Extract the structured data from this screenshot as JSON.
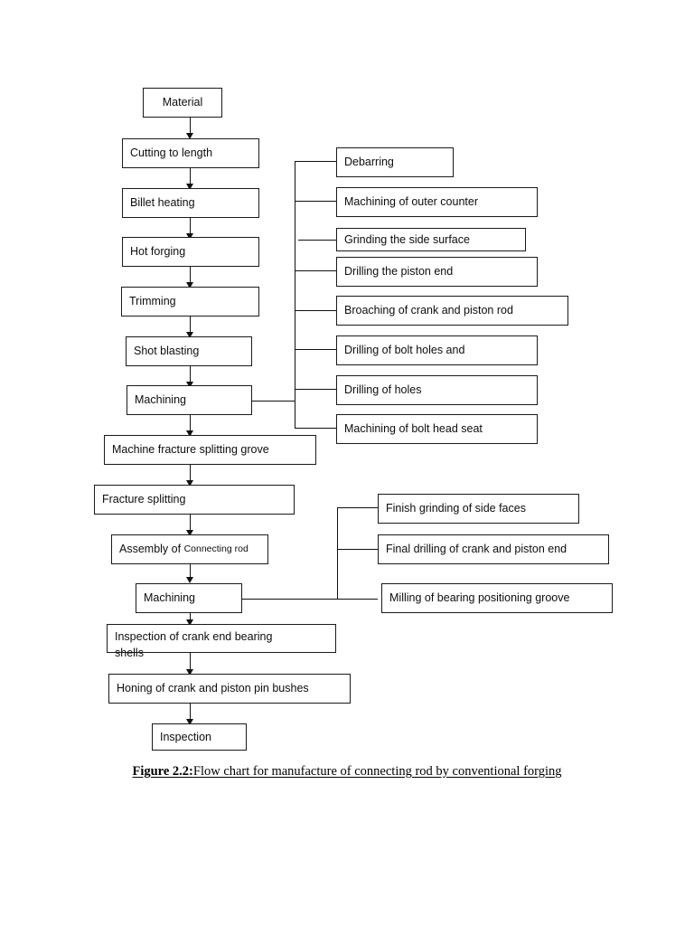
{
  "document": {
    "caption_label": "Figure 2.2:",
    "caption_text": "Flow chart for manufacture of connecting rod by conventional forging",
    "background_color": "#ffffff",
    "line_color": "#111111",
    "box_border_color": "#1a1a1a",
    "text_color": "#0d0d0d"
  },
  "flowchart": {
    "type": "process-flow-diagram",
    "title": "Flow chart for manufacture of connecting rod by conventional forging",
    "main_sequence": [
      {
        "id": "material",
        "label": "Material"
      },
      {
        "id": "cutting",
        "label": "Cutting to length"
      },
      {
        "id": "billet-heating",
        "label": "Billet heating"
      },
      {
        "id": "hot-forging",
        "label": "Hot forging"
      },
      {
        "id": "trimming",
        "label": "Trimming"
      },
      {
        "id": "shot-blasting",
        "label": "Shot blasting"
      },
      {
        "id": "machining-1",
        "label": "Machining"
      },
      {
        "id": "machine-fracture-splitting-grove",
        "label": "Machine fracture splitting grove"
      },
      {
        "id": "fracture-splitting",
        "label": "Fracture splitting"
      },
      {
        "id": "assembly",
        "label_main": "Assembly of",
        "label_sub": "Connecting rod"
      },
      {
        "id": "machining-2",
        "label": "Machining"
      },
      {
        "id": "inspection-bearing-shells",
        "label_line1": "Inspection of crank end bearing",
        "label_line2": "shells"
      },
      {
        "id": "honing",
        "label": "Honing of crank and piston pin bushes"
      },
      {
        "id": "inspection-final",
        "label": "Inspection"
      }
    ],
    "machining_1_operations": [
      {
        "id": "debarring",
        "label": "Debarring"
      },
      {
        "id": "machining-outer-counter",
        "label": "Machining of outer counter"
      },
      {
        "id": "grinding-side-surface",
        "label": "Grinding the side surface"
      },
      {
        "id": "drilling-piston-end",
        "label": "Drilling the piston end"
      },
      {
        "id": "broaching-crank-piston-rod",
        "label": "Broaching of crank and piston rod"
      },
      {
        "id": "drilling-bolt-holes",
        "label": "Drilling of bolt holes and"
      },
      {
        "id": "drilling-holes",
        "label": "Drilling of holes"
      },
      {
        "id": "machining-bolt-head-seat",
        "label": "Machining of bolt head seat"
      }
    ],
    "machining_2_operations": [
      {
        "id": "finish-grinding-side-faces",
        "label": "Finish grinding of side faces"
      },
      {
        "id": "final-drilling-crank-piston-end",
        "label": "Final drilling of crank and piston end"
      },
      {
        "id": "milling-bearing-positioning-groove",
        "label": "Milling of bearing positioning groove"
      }
    ]
  }
}
